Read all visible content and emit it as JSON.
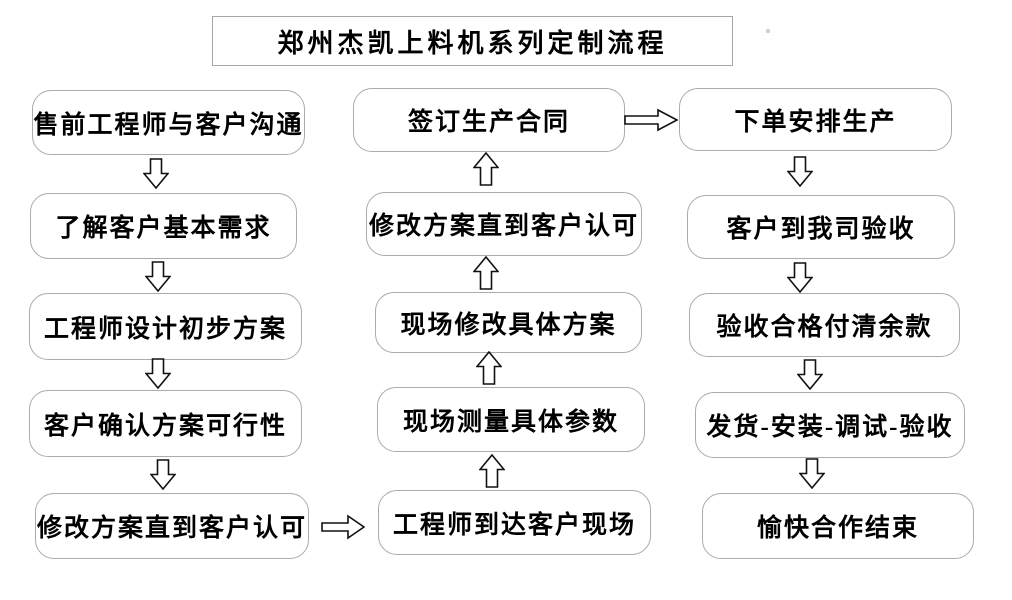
{
  "title": "郑州杰凯上料机系列定制流程",
  "columns": {
    "left": {
      "direction": "down",
      "steps": [
        "售前工程师与客户沟通",
        "了解客户基本需求",
        "工程师设计初步方案",
        "客户确认方案可行性",
        "修改方案直到客户认可"
      ]
    },
    "middle": {
      "direction": "up",
      "steps": [
        "签订生产合同",
        "修改方案直到客户认可",
        "现场修改具体方案",
        "现场测量具体参数",
        "工程师到达客户现场"
      ]
    },
    "right": {
      "direction": "down",
      "steps": [
        "下单安排生产",
        "客户到我司验收",
        "验收合格付清余款",
        "发货-安装-调试-验收",
        "愉快合作结束"
      ]
    }
  },
  "connectors": {
    "left_to_middle": "right-arrow",
    "middle_to_right": "right-arrow"
  },
  "colors": {
    "background": "#ffffff",
    "box_border": "#ababab",
    "title_border": "#a6a6a6",
    "arrow_stroke": "#111111",
    "text": "#000000"
  }
}
